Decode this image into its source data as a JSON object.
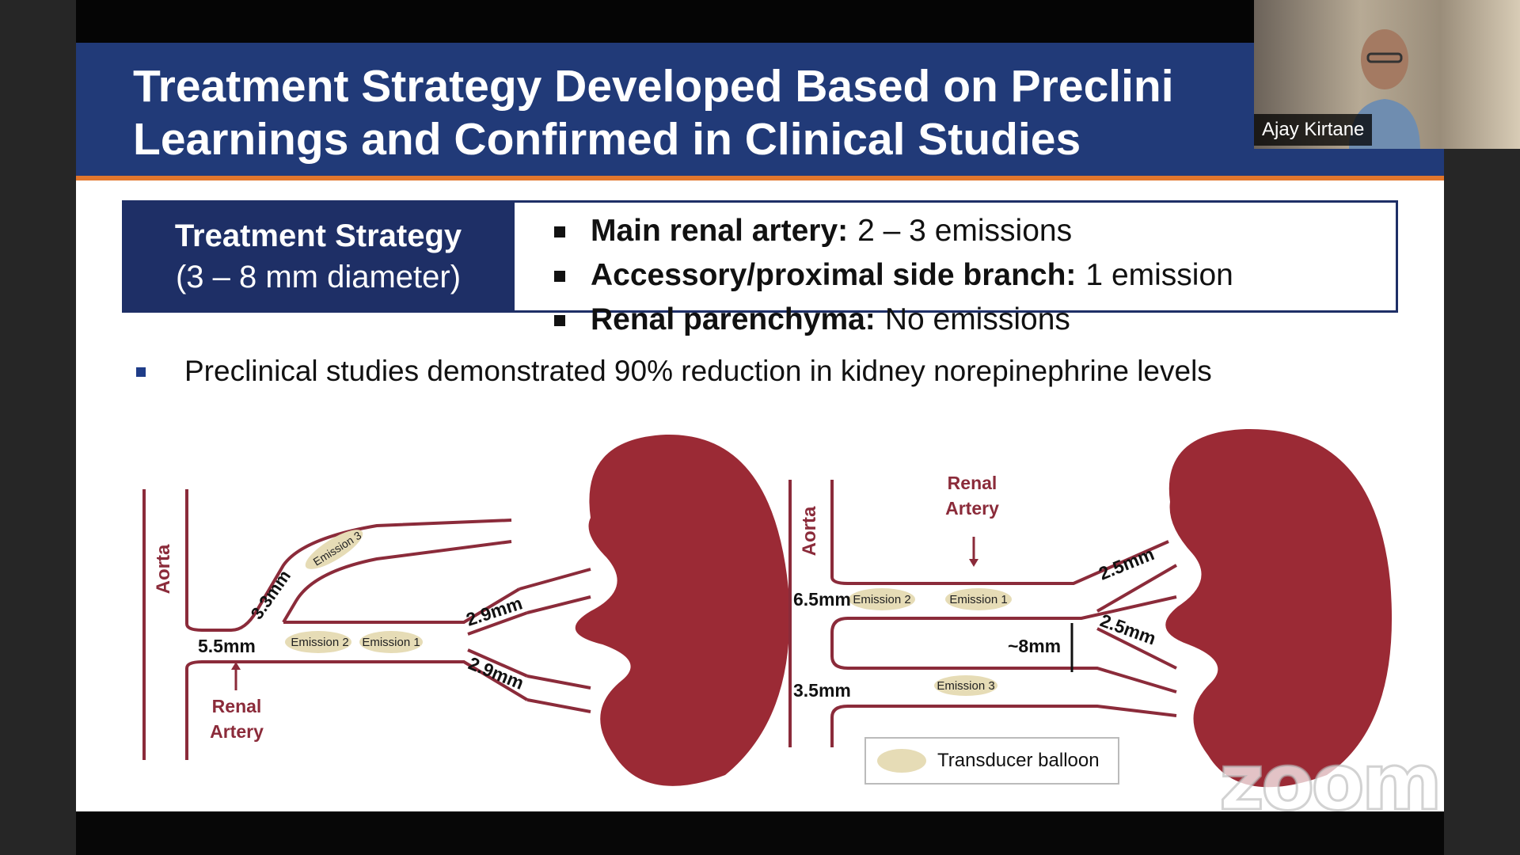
{
  "slide": {
    "title": "Treatment Strategy Developed Based on Preclini\nLearnings and Confirmed in Clinical Studies",
    "strategy": {
      "heading": "Treatment Strategy",
      "subheading": "(3 – 8 mm diameter)",
      "items": [
        {
          "bold": "Main renal artery:",
          "text": "2 – 3 emissions"
        },
        {
          "bold": "Accessory/proximal side branch:",
          "text": "1 emission"
        },
        {
          "bold": "Renal parenchyma:",
          "text": "No emissions"
        }
      ]
    },
    "preclinical_text": "Preclinical studies demonstrated 90% reduction in kidney norepinephrine levels",
    "diagram_left": {
      "aorta": "Aorta",
      "renal_artery_line1": "Renal",
      "renal_artery_line2": "Artery",
      "diameter_main": "5.5mm",
      "diameter_branch": "3.3mm",
      "diameter_upper": "2.9mm",
      "diameter_lower": "2.9mm",
      "emission_1": "Emission 1",
      "emission_2": "Emission 2",
      "emission_3": "Emission 3"
    },
    "diagram_right": {
      "aorta": "Aorta",
      "renal_artery_line1": "Renal",
      "renal_artery_line2": "Artery",
      "diameter_main": "6.5mm",
      "diameter_gap": "~8mm",
      "diameter_lower": "3.5mm",
      "diameter_upper_branch": "2.5mm",
      "diameter_lower_branch": "2.5mm",
      "emission_1": "Emission 1",
      "emission_2": "Emission 2",
      "emission_3": "Emission 3"
    },
    "legend_label": "Transducer balloon",
    "colors": {
      "header": "#213a78",
      "accent": "#e2762c",
      "kidney": "#9b2a35",
      "vessel": "#8b2b3a",
      "balloon": "#e6dcb6"
    }
  },
  "zoom": {
    "logo": "zoom",
    "participant_name": "Ajay Kirtane"
  }
}
